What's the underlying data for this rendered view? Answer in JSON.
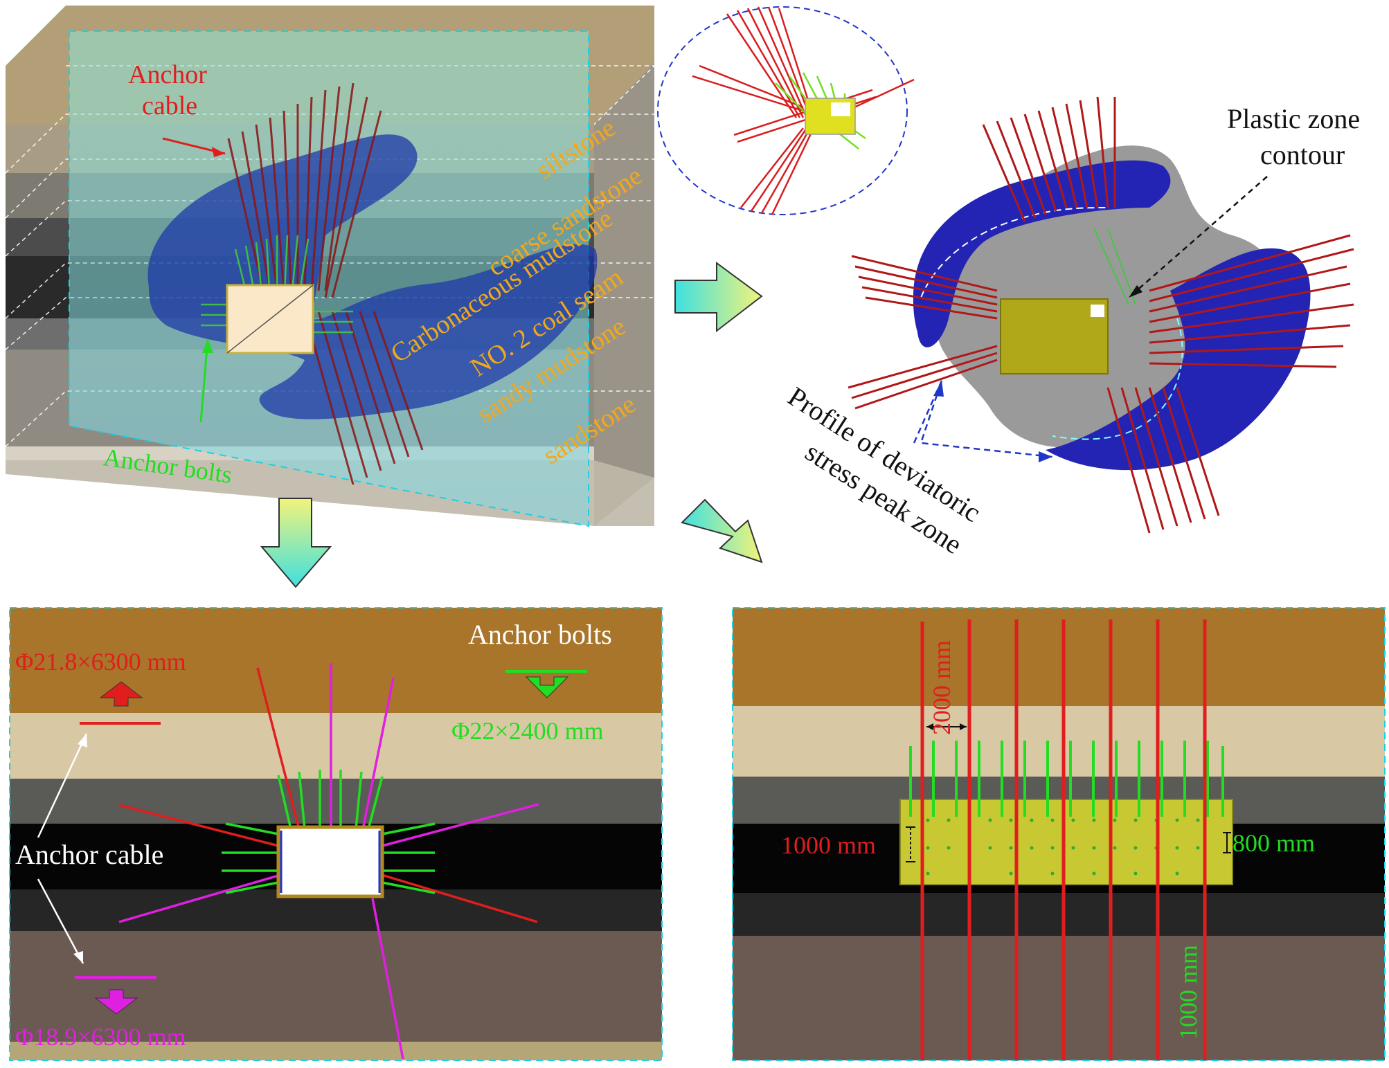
{
  "figure": {
    "top_left": {
      "anchor_cable_label": [
        "Anchor",
        "cable"
      ],
      "anchor_bolts_label": "Anchor bolts",
      "strata": [
        "siltstone",
        "coarse sandstone",
        "Carbonaceous mudstone",
        "NO. 2 coal seam",
        "sandy mudstone",
        "sandstone"
      ]
    },
    "top_right": {
      "plastic_zone_label": [
        "Plastic zone",
        "contour"
      ],
      "deviatoric_label": [
        "Profile of deviatoric",
        "stress peak zone"
      ]
    },
    "bottom_left": {
      "anchor_bolts_title": "Anchor bolts",
      "cable_spec_red": "Φ21.8×6300 mm",
      "bolt_spec_green": "Φ22×2400 mm",
      "anchor_cable_label": "Anchor cable",
      "cable_spec_magenta": "Φ18.9×6300 mm"
    },
    "bottom_right": {
      "spacing_cable": "2000 mm",
      "width_left": "1000 mm",
      "width_right": "800 mm",
      "spacing_bolt": "1000 mm"
    },
    "colors": {
      "anchor_cable": "#d81e1e",
      "anchor_bolt": "#22dd22",
      "magenta_cable": "#e020e0",
      "strata_label": "#f2a81d",
      "plastic_zone": "#1f2fae",
      "roadway_block": "#c8c832"
    }
  }
}
